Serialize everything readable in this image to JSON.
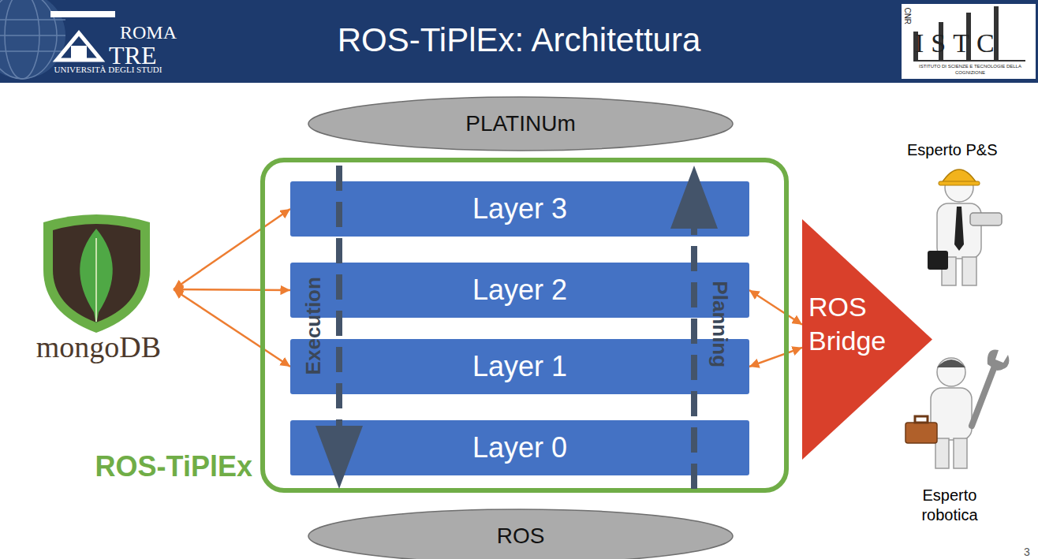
{
  "diagram": {
    "title": "ROS-TiPlEx: Architettura",
    "nodes": [
      {
        "text": [
          "PLATINUm"
        ]
      },
      {
        "text": [
          "ROS-TiPlEx"
        ]
      },
      {
        "text": [
          "Layer 3"
        ],
        "in": 1
      },
      {
        "text": [
          "Layer 2"
        ],
        "in": 1
      },
      {
        "text": [
          "Layer 1"
        ],
        "in": 1
      },
      {
        "text": [
          "Layer 0"
        ],
        "in": 1
      },
      {
        "text": [
          "ROS"
        ]
      },
      {
        "text": [
          "mongoDB"
        ]
      },
      {
        "text": [
          "ROS Bridge"
        ]
      }
    ],
    "edges": [
      {
        "from": 7,
        "to": 2,
        "arrow": "both"
      },
      {
        "from": 7,
        "to": 3,
        "arrow": "both"
      },
      {
        "from": 7,
        "to": 4,
        "arrow": "both"
      },
      {
        "from": 3,
        "to": 8,
        "arrow": "both"
      },
      {
        "from": 4,
        "to": 8,
        "arrow": "both"
      }
    ],
    "labels": [
      "ROMA",
      "TRE",
      "UNIVERSITÀ DEGLI STUDI",
      "CNR",
      "ISTC",
      "ISTITUTO DI SCIENZE E TECNOLOGIE DELLA COGNIZIONE",
      "Execution",
      "Planning",
      "Esperto P&S",
      "Esperto robotica",
      "3"
    ]
  }
}
